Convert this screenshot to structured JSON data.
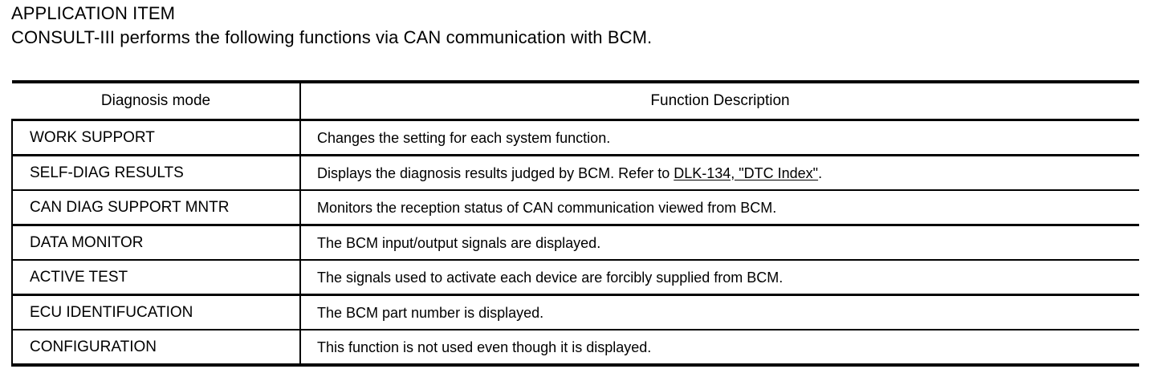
{
  "heading": {
    "title": "APPLICATION ITEM",
    "subtitle": "CONSULT-III performs the following functions via CAN communication with BCM."
  },
  "table": {
    "columns": [
      {
        "key": "diagnosis_mode",
        "label": "Diagnosis mode"
      },
      {
        "key": "function_description",
        "label": "Function Description"
      }
    ],
    "rows": [
      {
        "mode": "WORK SUPPORT",
        "description": "Changes the setting for each system function.",
        "desc_prefix": "Changes the setting for each system function.",
        "link": "",
        "desc_suffix": ""
      },
      {
        "mode": "SELF-DIAG RESULTS",
        "description": "Displays the diagnosis results judged by BCM. Refer to DLK-134, \"DTC Index\".",
        "desc_prefix": "Displays the diagnosis results judged by BCM. Refer to ",
        "link": "DLK-134, \"DTC Index\"",
        "desc_suffix": "."
      },
      {
        "mode": "CAN DIAG SUPPORT MNTR",
        "description": "Monitors the reception status of CAN communication viewed from BCM.",
        "desc_prefix": "Monitors the reception status of CAN communication viewed from BCM.",
        "link": "",
        "desc_suffix": ""
      },
      {
        "mode": "DATA MONITOR",
        "description": "The BCM input/output signals are displayed.",
        "desc_prefix": "The BCM input/output signals are displayed.",
        "link": "",
        "desc_suffix": ""
      },
      {
        "mode": "ACTIVE TEST",
        "description": "The signals used to activate each device are forcibly supplied from BCM.",
        "desc_prefix": "The signals used to activate each device are forcibly supplied from BCM.",
        "link": "",
        "desc_suffix": ""
      },
      {
        "mode": "ECU IDENTIFUCATION",
        "description": "The BCM part number is displayed.",
        "desc_prefix": "The BCM part number is displayed.",
        "link": "",
        "desc_suffix": ""
      },
      {
        "mode": "CONFIGURATION",
        "description": "This function is not used even though it is displayed.",
        "desc_prefix": "This function is not used even though it is displayed.",
        "link": "",
        "desc_suffix": ""
      }
    ]
  },
  "colors": {
    "text": "#000000",
    "background": "#ffffff",
    "rule": "#000000"
  }
}
